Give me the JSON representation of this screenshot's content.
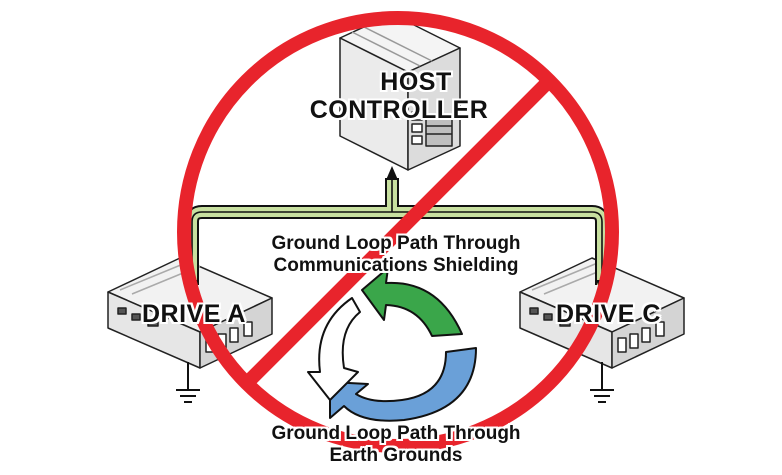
{
  "host": {
    "line1": "HOST",
    "line2": "CONTROLLER"
  },
  "drive_a": {
    "label": "DRIVE A"
  },
  "drive_c": {
    "label": "DRIVE C"
  },
  "shield_path": {
    "line1": "Ground Loop Path Through",
    "line2": "Communications Shielding"
  },
  "earth_path": {
    "line1": "Ground Loop Path Through",
    "line2": "Earth Grounds"
  },
  "colors": {
    "prohibition": "#e8242c",
    "shield_path": "#c8e0a0",
    "arrow_green": "#3aa64a",
    "arrow_blue": "#6aa0d8",
    "outline": "#111111"
  },
  "icons": [
    "host-controller-icon",
    "drive-icon",
    "ground-symbol-icon",
    "cycle-arrows-icon",
    "prohibition-sign-icon"
  ]
}
